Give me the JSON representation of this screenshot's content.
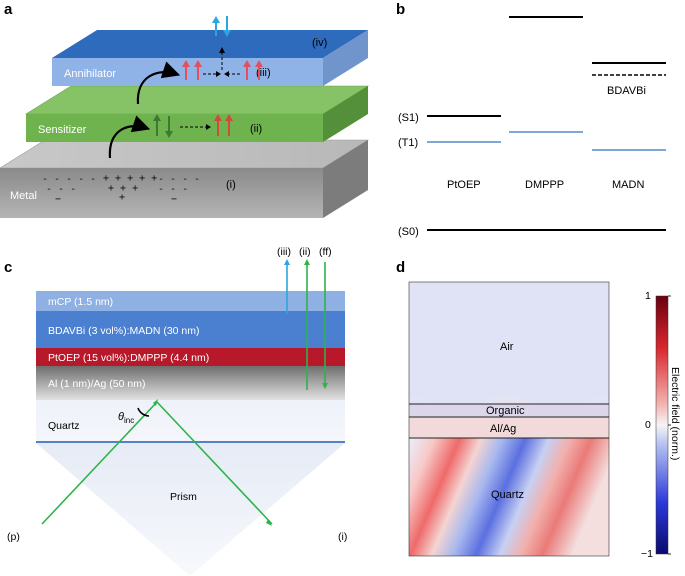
{
  "panels": {
    "a": {
      "letter": "a",
      "layers": {
        "annihilator": "Annihilator",
        "sensitizer": "Sensitizer",
        "metal": "Metal"
      },
      "regions": [
        "(iv)",
        "(iii)",
        "(ii)",
        "(i)"
      ],
      "charge_rows": {
        "left_1": "- - - - -",
        "left_2": "- - -",
        "left_3": "−",
        "center_1": "+ + + + +",
        "center_2": "+ + +",
        "center_3": "+",
        "right_1": "- - - -",
        "right_2": "- - -",
        "right_3": "−"
      }
    },
    "b": {
      "letter": "b",
      "state_labels": {
        "s1": "(S1)",
        "t1": "(T1)",
        "s0": "(S0)"
      },
      "materials": {
        "ptoep": "PtOEP",
        "dmppp": "DMPPP",
        "madn": "MADN",
        "bdavbi": "BDAVBi"
      }
    },
    "c": {
      "letter": "c",
      "layers": {
        "mcp": "mCP (1.5 nm)",
        "bdavbi_madn": "BDAVBi (3 vol%):MADN (30 nm)",
        "ptoep_dmppp": "PtOEP (15 vol%):DMPPP (4.4 nm)",
        "al_ag": "Al (1 nm)/Ag (50 nm)",
        "quartz": "Quartz",
        "prism": "Prism"
      },
      "beam_labels": {
        "iii": "(iii)",
        "ii": "(ii)",
        "ff": "(ff)",
        "p": "(p)",
        "i": "(i)"
      },
      "angle_symbol": "θ",
      "angle_subscript": "inc"
    },
    "d": {
      "letter": "d",
      "region_labels": {
        "air": "Air",
        "organic": "Organic",
        "alag": "Al/Ag",
        "quartz": "Quartz"
      },
      "colorbar": {
        "max_label": "1",
        "mid_label": "0",
        "min_label": "−1",
        "title": "Electric field (norm.)"
      }
    }
  },
  "colors": {
    "annihilator": "#5b93d8",
    "sensitizer": "#6fb34e",
    "metal": "#a9a9a9",
    "blue_level": "#7fa6d9",
    "green_beam": "#2db44a",
    "cyan_beam": "#2aa6e0",
    "red_spin": "#e0505f",
    "green_spin": "#3a7a35"
  }
}
